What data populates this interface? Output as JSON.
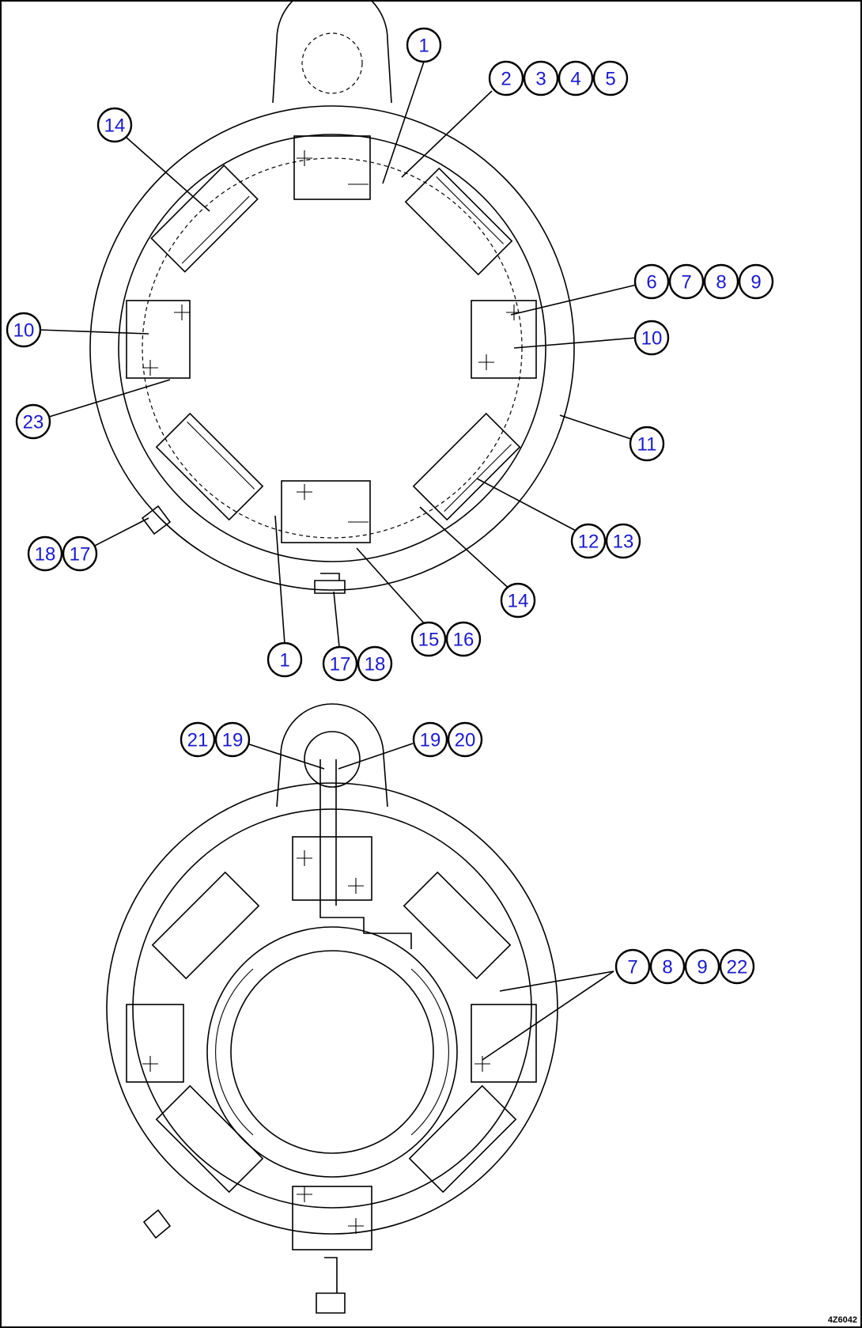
{
  "drawing": {
    "id": "4Z6042"
  },
  "callouts": {
    "top": [
      {
        "name": "callout-1-top",
        "labels": [
          "1"
        ]
      },
      {
        "name": "callout-2-3-4-5",
        "labels": [
          "2",
          "3",
          "4",
          "5"
        ]
      },
      {
        "name": "callout-14-top",
        "labels": [
          "14"
        ]
      },
      {
        "name": "callout-6-7-8-9",
        "labels": [
          "6",
          "7",
          "8",
          "9"
        ]
      },
      {
        "name": "callout-10-right",
        "labels": [
          "10"
        ]
      },
      {
        "name": "callout-10-left",
        "labels": [
          "10"
        ]
      },
      {
        "name": "callout-23",
        "labels": [
          "23"
        ]
      },
      {
        "name": "callout-11",
        "labels": [
          "11"
        ]
      },
      {
        "name": "callout-12-13",
        "labels": [
          "12",
          "13"
        ]
      },
      {
        "name": "callout-18-17",
        "labels": [
          "18",
          "17"
        ]
      },
      {
        "name": "callout-14-bottom",
        "labels": [
          "14"
        ]
      },
      {
        "name": "callout-15-16",
        "labels": [
          "15",
          "16"
        ]
      },
      {
        "name": "callout-1-bottom",
        "labels": [
          "1"
        ]
      },
      {
        "name": "callout-17-18",
        "labels": [
          "17",
          "18"
        ]
      }
    ],
    "bottom": [
      {
        "name": "callout-21-19",
        "labels": [
          "21",
          "19"
        ]
      },
      {
        "name": "callout-19-20",
        "labels": [
          "19",
          "20"
        ]
      },
      {
        "name": "callout-7-8-9-22",
        "labels": [
          "7",
          "8",
          "9",
          "22"
        ]
      }
    ]
  }
}
